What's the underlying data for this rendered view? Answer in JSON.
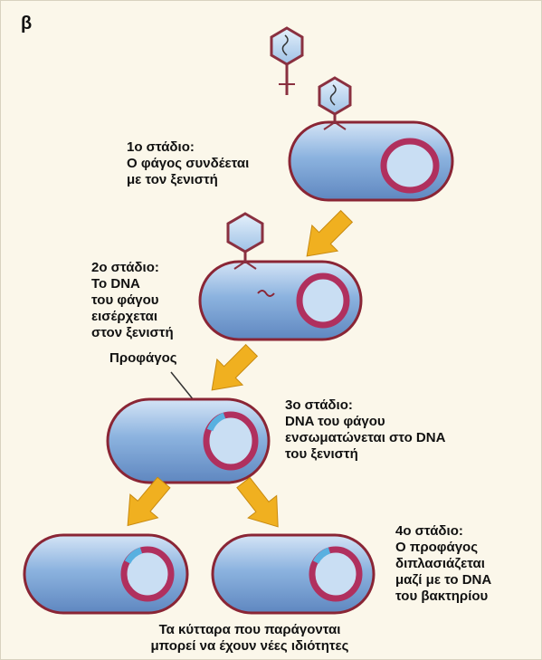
{
  "panel_label": "β",
  "stage1": {
    "text": "1ο στάδιο:\nΟ φάγος συνδέεται\nμε τον ξενιστή"
  },
  "stage2": {
    "text": "2ο στάδιο:\nΤο DNA\nτου φάγου\nεισέρχεται\nστον ξενιστή"
  },
  "prophage_label": "Προφάγος",
  "stage3": {
    "text": "3ο στάδιο:\nDNA του φάγου\nενσωματώνεται στο DNA\nτου ξενιστή"
  },
  "stage4": {
    "text": "4ο στάδιο:\nΟ προφάγος\nδιπλασιάζεται\nμαζί με το DNA\nτου βακτηρίου"
  },
  "caption": {
    "text": "Τα κύτταρα που παράγονται\nμπορεί να έχουν νέες ιδιότητες"
  },
  "colors": {
    "cell_fill": "#8ab0de",
    "cell_outline": "#8a2535",
    "chromosome": "#b0305e",
    "arrow": "#f0b020",
    "phage_outline": "#8a3040",
    "background": "#fbf7ea"
  }
}
